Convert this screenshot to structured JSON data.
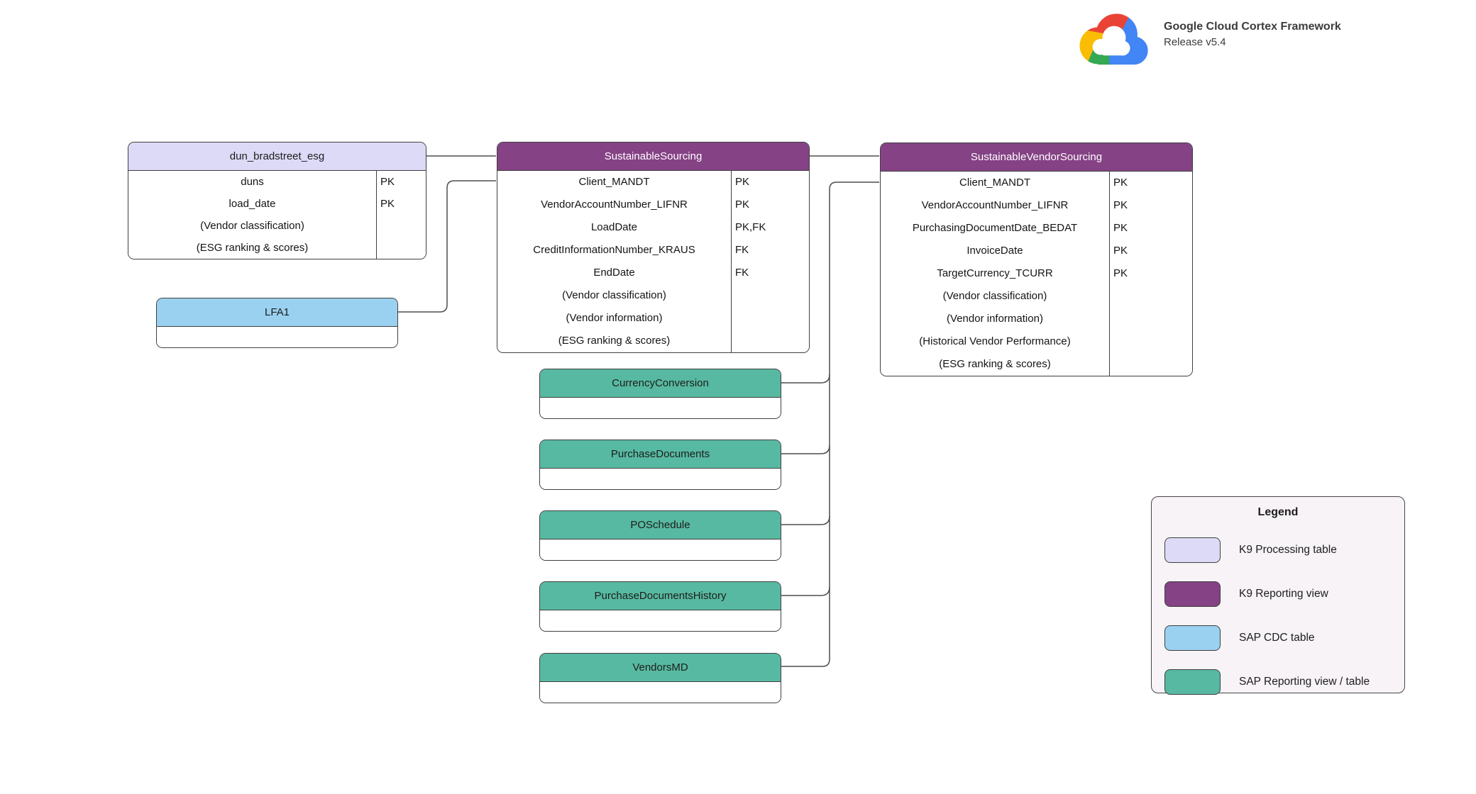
{
  "header": {
    "title": "Google Cloud Cortex Framework",
    "subtitle": "Release v5.4",
    "logo": "google-cloud-logo"
  },
  "colors": {
    "k9_processing": "#dcdaf6",
    "k9_reporting": "#854285",
    "sap_cdc": "#9ad1f0",
    "sap_reporting": "#57b9a1",
    "line": "#4d4d4d",
    "legend_bg": "#f7f3f7"
  },
  "tables": [
    {
      "title": "dun_bradstreet_esg",
      "type": "k9_processing",
      "rows": [
        {
          "name": "duns",
          "key": "PK"
        },
        {
          "name": "load_date",
          "key": "PK"
        },
        {
          "name": "(Vendor classification)",
          "key": ""
        },
        {
          "name": "(ESG ranking & scores)",
          "key": ""
        }
      ]
    },
    {
      "title": "LFA1",
      "type": "sap_cdc",
      "rows": []
    },
    {
      "title": "SustainableSourcing",
      "type": "k9_reporting",
      "rows": [
        {
          "name": "Client_MANDT",
          "key": "PK"
        },
        {
          "name": "VendorAccountNumber_LIFNR",
          "key": "PK"
        },
        {
          "name": "LoadDate",
          "key": "PK,FK"
        },
        {
          "name": "CreditInformationNumber_KRAUS",
          "key": "FK"
        },
        {
          "name": "EndDate",
          "key": "FK"
        },
        {
          "name": "(Vendor classification)",
          "key": ""
        },
        {
          "name": "(Vendor information)",
          "key": ""
        },
        {
          "name": "(ESG ranking & scores)",
          "key": ""
        }
      ]
    },
    {
      "title": "SustainableVendorSourcing",
      "type": "k9_reporting",
      "rows": [
        {
          "name": "Client_MANDT",
          "key": "PK"
        },
        {
          "name": "VendorAccountNumber_LIFNR",
          "key": "PK"
        },
        {
          "name": "PurchasingDocumentDate_BEDAT",
          "key": "PK"
        },
        {
          "name": "InvoiceDate",
          "key": "PK"
        },
        {
          "name": "TargetCurrency_TCURR",
          "key": "PK"
        },
        {
          "name": "(Vendor classification)",
          "key": ""
        },
        {
          "name": "(Vendor information)",
          "key": ""
        },
        {
          "name": "(Historical Vendor Performance)",
          "key": ""
        },
        {
          "name": "(ESG ranking & scores)",
          "key": ""
        }
      ]
    },
    {
      "title": "CurrencyConversion",
      "type": "sap_reporting",
      "rows": []
    },
    {
      "title": "PurchaseDocuments",
      "type": "sap_reporting",
      "rows": []
    },
    {
      "title": "POSchedule",
      "type": "sap_reporting",
      "rows": []
    },
    {
      "title": "PurchaseDocumentsHistory",
      "type": "sap_reporting",
      "rows": []
    },
    {
      "title": "VendorsMD",
      "type": "sap_reporting",
      "rows": []
    }
  ],
  "connections": [
    {
      "from": "dun_bradstreet_esg",
      "to": "SustainableSourcing"
    },
    {
      "from": "LFA1",
      "to": "SustainableSourcing"
    },
    {
      "from": "SustainableSourcing",
      "to": "SustainableVendorSourcing"
    },
    {
      "from": "CurrencyConversion",
      "to": "SustainableVendorSourcing"
    },
    {
      "from": "PurchaseDocuments",
      "to": "SustainableVendorSourcing"
    },
    {
      "from": "POSchedule",
      "to": "SustainableVendorSourcing"
    },
    {
      "from": "PurchaseDocumentsHistory",
      "to": "SustainableVendorSourcing"
    },
    {
      "from": "VendorsMD",
      "to": "SustainableVendorSourcing"
    }
  ],
  "legend": {
    "title": "Legend",
    "items": [
      {
        "label": "K9 Processing table",
        "type": "k9_processing"
      },
      {
        "label": "K9 Reporting view",
        "type": "k9_reporting"
      },
      {
        "label": "SAP CDC table",
        "type": "sap_cdc"
      },
      {
        "label": "SAP Reporting view / table",
        "type": "sap_reporting"
      }
    ]
  }
}
